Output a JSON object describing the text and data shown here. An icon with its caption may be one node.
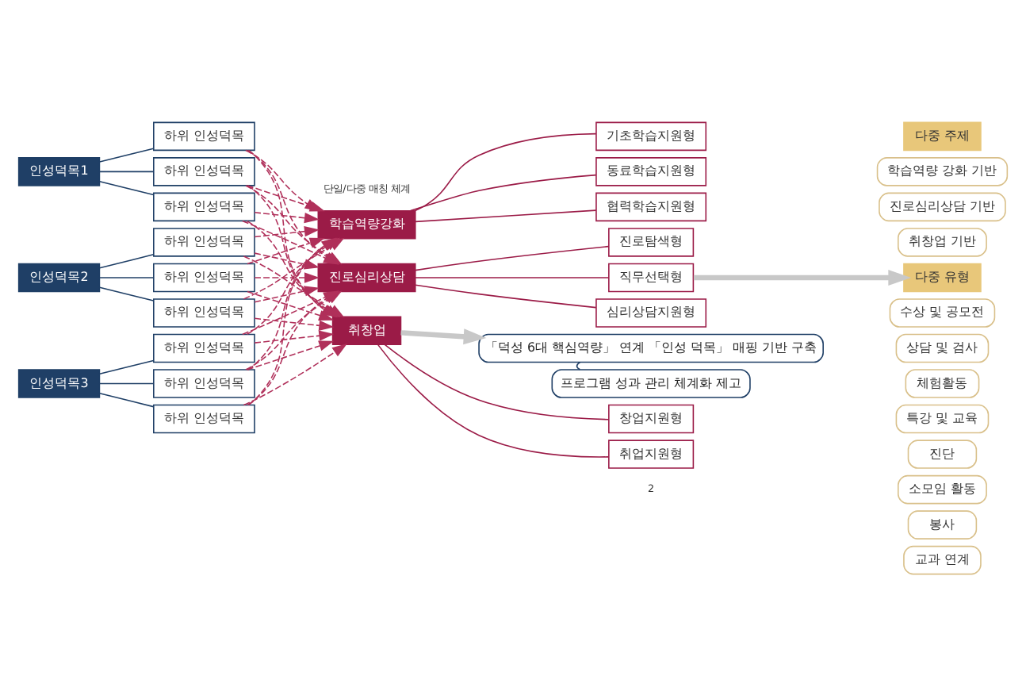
{
  "diagram": {
    "nodes": [
      {
        "text": [
          "인성덕목1"
        ]
      },
      {
        "text": [
          "하위 인성덕목"
        ]
      },
      {
        "text": [
          "하위 인성덕목"
        ]
      },
      {
        "text": [
          "하위 인성덕목"
        ]
      },
      {
        "text": [
          "인성덕목2"
        ]
      },
      {
        "text": [
          "하위 인성덕목"
        ]
      },
      {
        "text": [
          "하위 인성덕목"
        ]
      },
      {
        "text": [
          "하위 인성덕목"
        ]
      },
      {
        "text": [
          "인성덕목3"
        ]
      },
      {
        "text": [
          "하위 인성덕목"
        ]
      },
      {
        "text": [
          "하위 인성덕목"
        ]
      },
      {
        "text": [
          "하위 인성덕목"
        ]
      },
      {
        "text": [
          "학습역량강화"
        ]
      },
      {
        "text": [
          "기초학습지원형"
        ]
      },
      {
        "text": [
          "동료학습지원형"
        ]
      },
      {
        "text": [
          "협력학습지원형"
        ]
      },
      {
        "text": [
          "진로심리상담"
        ]
      },
      {
        "text": [
          "진로탐색형"
        ]
      },
      {
        "text": [
          "직무선택형"
        ]
      },
      {
        "text": [
          "심리상담지원형"
        ]
      },
      {
        "text": [
          "취창업"
        ]
      },
      {
        "text": [
          "취업지원형"
        ]
      },
      {
        "text": [
          "창업지원형"
        ]
      },
      {
        "text": [
          "다중 주제"
        ]
      },
      {
        "text": [
          "학습역량 강화 기반"
        ]
      },
      {
        "text": [
          "진로심리상담 기반"
        ]
      },
      {
        "text": [
          "취창업 기반"
        ]
      },
      {
        "text": [
          "다중 유형"
        ]
      },
      {
        "text": [
          "수상 및 공모전"
        ]
      },
      {
        "text": [
          "상담 및 검사"
        ]
      },
      {
        "text": [
          "체험활동"
        ]
      },
      {
        "text": [
          "특강 및 교육"
        ]
      },
      {
        "text": [
          "진단"
        ]
      },
      {
        "text": [
          "소모임 활동"
        ]
      },
      {
        "text": [
          "봉사"
        ]
      },
      {
        "text": [
          "교과 연계"
        ]
      },
      {
        "text": [
          "「덕성 6대 핵심역량」 연계 「인성 덕목」 매핑 기반 구축"
        ]
      },
      {
        "text": [
          "프로그램 성과 관리 체계화 제고"
        ]
      }
    ],
    "edges": [
      {
        "from": 0,
        "to": 1,
        "arrow": "none",
        "color": "#1f3f66"
      },
      {
        "from": 0,
        "to": 2,
        "arrow": "none",
        "color": "#1f3f66"
      },
      {
        "from": 0,
        "to": 3,
        "arrow": "none",
        "color": "#1f3f66"
      },
      {
        "from": 4,
        "to": 5,
        "arrow": "none",
        "color": "#1f3f66"
      },
      {
        "from": 4,
        "to": 6,
        "arrow": "none",
        "color": "#1f3f66"
      },
      {
        "from": 4,
        "to": 7,
        "arrow": "none",
        "color": "#1f3f66"
      },
      {
        "from": 8,
        "to": 9,
        "arrow": "none",
        "color": "#1f3f66"
      },
      {
        "from": 8,
        "to": 10,
        "arrow": "none",
        "color": "#1f3f66"
      },
      {
        "from": 8,
        "to": 11,
        "arrow": "none",
        "color": "#1f3f66"
      },
      {
        "from": 1,
        "to": 12,
        "arrow": "to",
        "style": "dashed",
        "color": "#b0305a"
      },
      {
        "from": 1,
        "to": 16,
        "arrow": "to",
        "style": "dashed",
        "color": "#b0305a"
      },
      {
        "from": 1,
        "to": 20,
        "arrow": "to",
        "style": "dashed",
        "color": "#b0305a"
      },
      {
        "from": 2,
        "to": 12,
        "arrow": "to",
        "style": "dashed",
        "color": "#b0305a"
      },
      {
        "from": 2,
        "to": 16,
        "arrow": "to",
        "style": "dashed",
        "color": "#b0305a"
      },
      {
        "from": 2,
        "to": 20,
        "arrow": "to",
        "style": "dashed",
        "color": "#b0305a"
      },
      {
        "from": 3,
        "to": 12,
        "arrow": "to",
        "style": "dashed",
        "color": "#b0305a"
      },
      {
        "from": 3,
        "to": 16,
        "arrow": "to",
        "style": "dashed",
        "color": "#b0305a"
      },
      {
        "from": 3,
        "to": 20,
        "arrow": "to",
        "style": "dashed",
        "color": "#b0305a"
      },
      {
        "from": 5,
        "to": 12,
        "arrow": "to",
        "style": "dashed",
        "color": "#b0305a"
      },
      {
        "from": 5,
        "to": 16,
        "arrow": "to",
        "style": "dashed",
        "color": "#b0305a"
      },
      {
        "from": 5,
        "to": 20,
        "arrow": "to",
        "style": "dashed",
        "color": "#b0305a"
      },
      {
        "from": 6,
        "to": 12,
        "arrow": "to",
        "style": "dashed",
        "color": "#b0305a"
      },
      {
        "from": 6,
        "to": 16,
        "arrow": "to",
        "style": "dashed",
        "color": "#b0305a"
      },
      {
        "from": 6,
        "to": 20,
        "arrow": "to",
        "style": "dashed",
        "color": "#b0305a"
      },
      {
        "from": 7,
        "to": 12,
        "arrow": "to",
        "style": "dashed",
        "color": "#b0305a"
      },
      {
        "from": 7,
        "to": 16,
        "arrow": "to",
        "style": "dashed",
        "color": "#b0305a"
      },
      {
        "from": 7,
        "to": 20,
        "arrow": "to",
        "style": "dashed",
        "color": "#b0305a"
      },
      {
        "from": 9,
        "to": 12,
        "arrow": "to",
        "style": "dashed",
        "color": "#b0305a"
      },
      {
        "from": 9,
        "to": 16,
        "arrow": "to",
        "style": "dashed",
        "color": "#b0305a"
      },
      {
        "from": 9,
        "to": 20,
        "arrow": "to",
        "style": "dashed",
        "color": "#b0305a"
      },
      {
        "from": 10,
        "to": 12,
        "arrow": "to",
        "style": "dashed",
        "color": "#b0305a"
      },
      {
        "from": 10,
        "to": 16,
        "arrow": "to",
        "style": "dashed",
        "color": "#b0305a"
      },
      {
        "from": 10,
        "to": 20,
        "arrow": "to",
        "style": "dashed",
        "color": "#b0305a"
      },
      {
        "from": 11,
        "to": 12,
        "arrow": "to",
        "style": "dashed",
        "color": "#b0305a"
      },
      {
        "from": 11,
        "to": 16,
        "arrow": "to",
        "style": "dashed",
        "color": "#b0305a"
      },
      {
        "from": 11,
        "to": 20,
        "arrow": "to",
        "style": "dashed",
        "color": "#b0305a"
      },
      {
        "from": 12,
        "to": 13,
        "arrow": "none",
        "color": "#9b1b47"
      },
      {
        "from": 12,
        "to": 14,
        "arrow": "none",
        "color": "#9b1b47"
      },
      {
        "from": 12,
        "to": 15,
        "arrow": "none",
        "color": "#9b1b47"
      },
      {
        "from": 16,
        "to": 17,
        "arrow": "none",
        "color": "#9b1b47"
      },
      {
        "from": 16,
        "to": 18,
        "arrow": "none",
        "color": "#9b1b47"
      },
      {
        "from": 16,
        "to": 19,
        "arrow": "none",
        "color": "#9b1b47"
      },
      {
        "from": 20,
        "to": 21,
        "arrow": "none",
        "color": "#9b1b47"
      },
      {
        "from": 20,
        "to": 22,
        "arrow": "none",
        "color": "#9b1b47"
      },
      {
        "from": 18,
        "to": 27,
        "arrow": "to",
        "style": "thick",
        "color": "#c8c8c8"
      },
      {
        "from": 20,
        "to": 36,
        "arrow": "to",
        "style": "thick",
        "color": "#c8c8c8"
      },
      {
        "from": 36,
        "to": 37,
        "arrow": "none",
        "color": "#1f3f66"
      }
    ],
    "labels": [
      "단일/다중 매칭 체계",
      "2"
    ]
  }
}
